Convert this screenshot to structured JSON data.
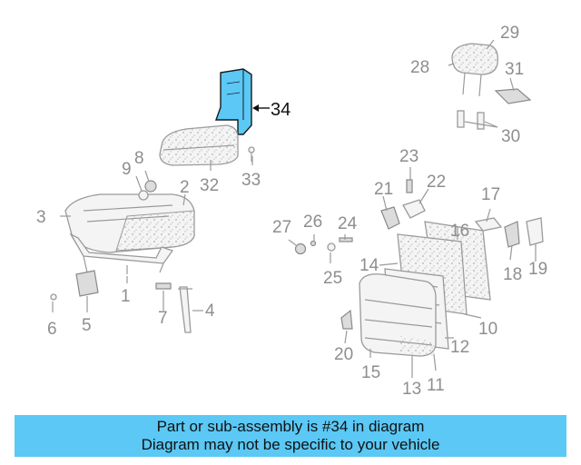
{
  "diagram": {
    "highlight": {
      "label": "34",
      "color": "#5bc8f5"
    },
    "callouts": [
      "1",
      "2",
      "3",
      "4",
      "5",
      "6",
      "7",
      "8",
      "9",
      "10",
      "11",
      "12",
      "13",
      "14",
      "15",
      "16",
      "17",
      "18",
      "19",
      "20",
      "21",
      "22",
      "23",
      "24",
      "25",
      "26",
      "27",
      "28",
      "29",
      "30",
      "31",
      "32",
      "33"
    ]
  },
  "banner": {
    "line1": "Part or sub-assembly is #34 in diagram",
    "line2": "Diagram may not be specific to your vehicle",
    "background": "#5bc8f5"
  }
}
